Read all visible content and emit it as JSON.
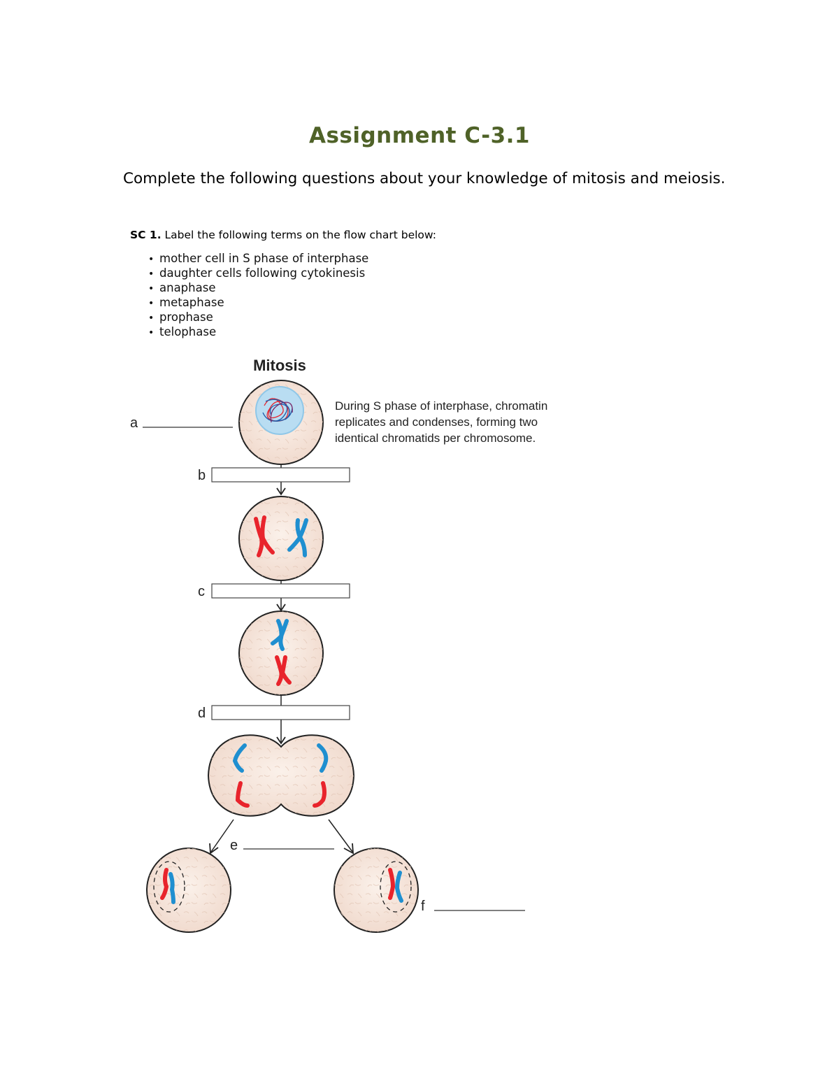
{
  "document": {
    "title": "Assignment C-3.1",
    "intro": "Complete the following questions about your knowledge of mitosis and meiosis."
  },
  "question": {
    "number": "SC 1.",
    "prompt": "Label the following terms on the flow chart below:",
    "terms": [
      "mother cell in S phase of interphase",
      "daughter cells following cytokinesis",
      "anaphase",
      "metaphase",
      "prophase",
      "telophase"
    ]
  },
  "diagram": {
    "title": "Mitosis",
    "caption_lines": [
      "During S phase of interphase, chromatin",
      "replicates and condenses, forming two",
      "identical chromatids per chromosome."
    ],
    "labels": {
      "a": "a",
      "b": "b",
      "c": "c",
      "d": "d",
      "e": "e",
      "f": "f"
    },
    "colors": {
      "cell_fill": "#f6e6dc",
      "cell_stroke": "#222222",
      "chromosome_red": "#e8242c",
      "chromosome_blue": "#1f8fd0",
      "nucleus": "#b9ddf2"
    }
  }
}
